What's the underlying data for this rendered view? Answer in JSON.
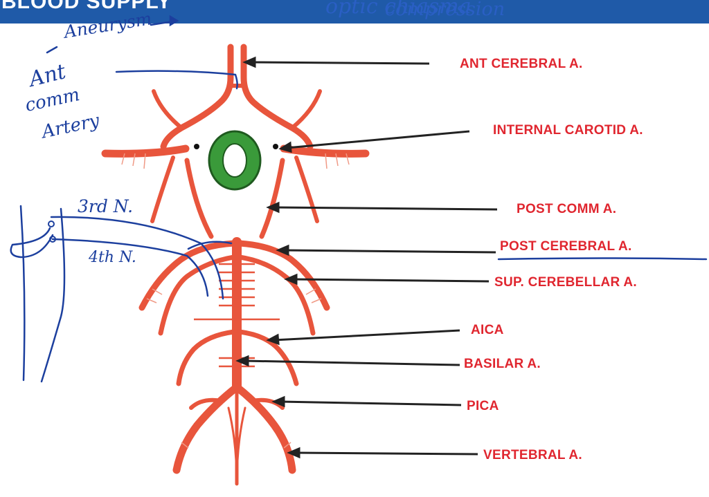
{
  "header": {
    "title": "BLOOD SUPPLY"
  },
  "handwriting": {
    "top_note_1": "optic chiasma",
    "top_note_2": "compression",
    "aneurysm": "Aneurysm",
    "ant": "Ant",
    "comm": "comm",
    "artery": "Artery",
    "third_nerve": "3rd N.",
    "fourth_nerve": "4th N."
  },
  "labels": {
    "ant_cerebral": "ANT CEREBRAL A.",
    "internal_carotid": "INTERNAL CAROTID A.",
    "post_comm": "POST COMM A.",
    "post_cerebral": "POST CEREBRAL A.",
    "sup_cerebellar": "SUP. CEREBELLAR A.",
    "aica": "AICA",
    "basilar": "BASILAR A.",
    "pica": "PICA",
    "vertebral": "VERTEBRAL A."
  },
  "colors": {
    "header_blue": "#1f5aa8",
    "label_red": "#e0262f",
    "artery_red": "#e8553c",
    "artery_light": "#f6b8a0",
    "pen_blue": "#1c3f9e",
    "chiasm_green": "#3a9a3a",
    "arrow_black": "#222222"
  }
}
